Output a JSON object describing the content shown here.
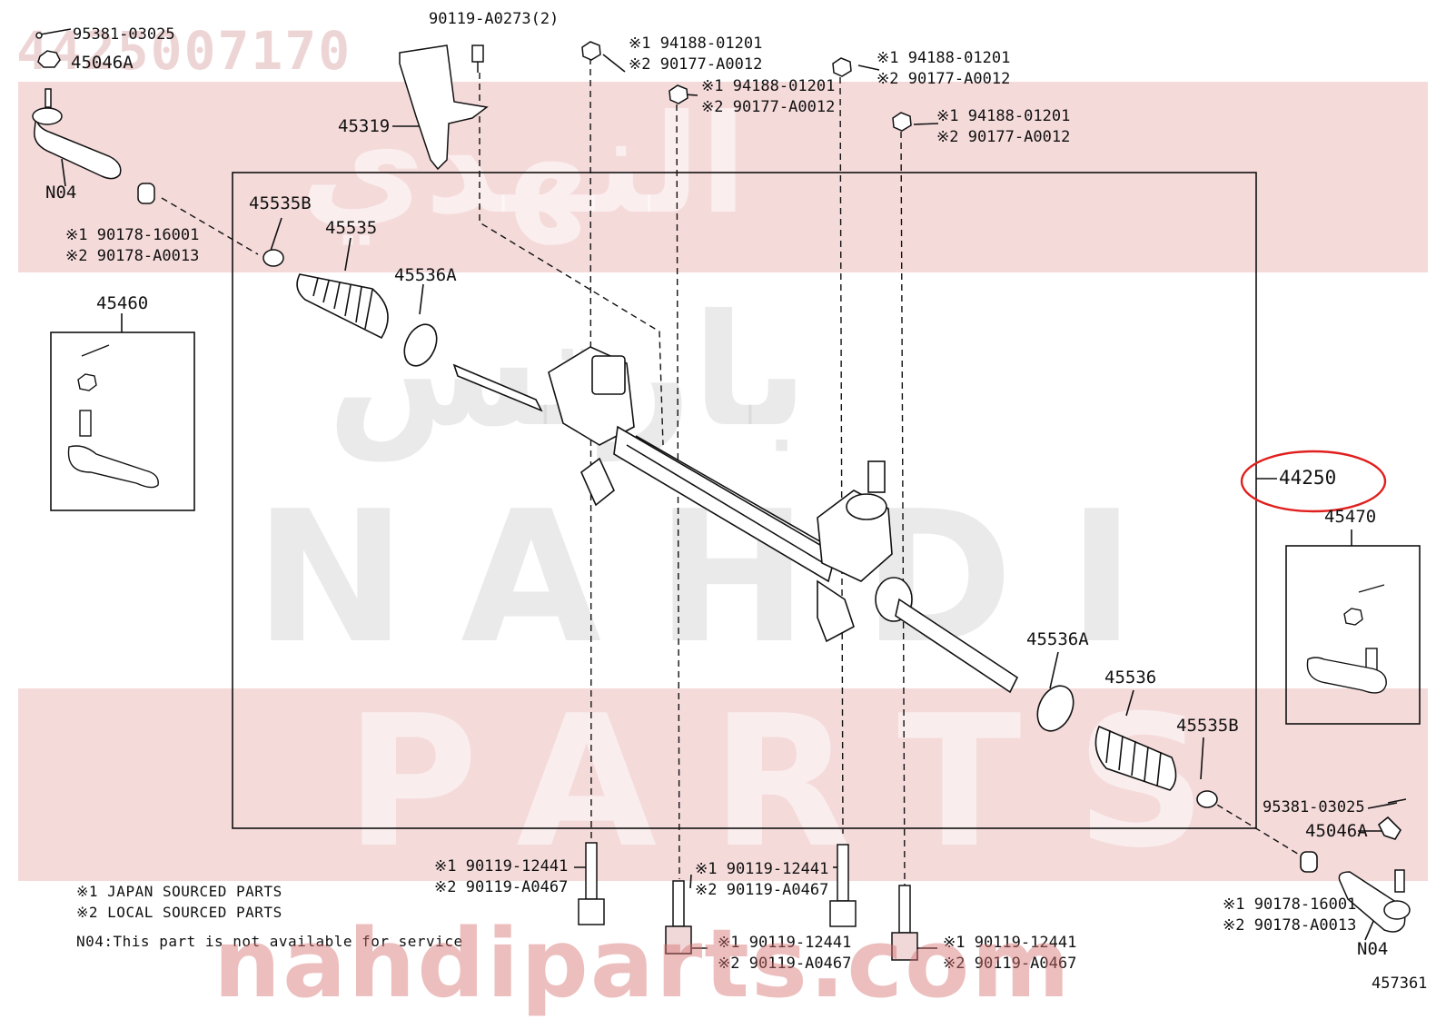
{
  "watermark": {
    "top_code": "4425007170",
    "arabic_top": "النهدي",
    "arabic_mid": "بارتس",
    "band_word_1": "NAHDI",
    "band_word_2": "PARTS",
    "site": "nahdiparts.com"
  },
  "diagram_id": "457361",
  "highlight_color": "#e0201e",
  "watermark_color": "#d98c8c",
  "labels": {
    "pin_tl": "95381-03025",
    "nut_tl": "45046A",
    "bolt_top": "90119-A0273(2)",
    "bracket": "45319",
    "tie_end_tl_note": "N04",
    "grommet_tl_1": "※1 90178-16001",
    "grommet_tl_2": "※2 90178-A0013",
    "clamp_l": "45535B",
    "boot_l": "45535",
    "ring_l": "45536A",
    "kit_l": "45460",
    "bolt1_a": "※1 94188-01201",
    "bolt1_b": "※2 90177-A0012",
    "bolt2_a": "※1 94188-01201",
    "bolt2_b": "※2 90177-A0012",
    "bolt3_a": "※1 94188-01201",
    "bolt3_b": "※2 90177-A0012",
    "bolt4_a": "※1 94188-01201",
    "bolt4_b": "※2 90177-A0012",
    "main_assy": "44250",
    "kit_r": "45470",
    "ring_r": "45536A",
    "boot_r": "45536",
    "clamp_r": "45535B",
    "pin_br": "95381-03025",
    "nut_br": "45046A",
    "grommet_br_1": "※1 90178-16001",
    "grommet_br_2": "※2 90178-A0013",
    "tie_end_br_note": "N04",
    "lbolt1_a": "※1 90119-12441",
    "lbolt1_b": "※2 90119-A0467",
    "lbolt2_a": "※1 90119-12441",
    "lbolt2_b": "※2 90119-A0467",
    "lbolt3_a": "※1 90119-12441",
    "lbolt3_b": "※2 90119-A0467",
    "lbolt4_a": "※1 90119-12441",
    "lbolt4_b": "※2 90119-A0467"
  },
  "notes": {
    "n1": "※1 JAPAN SOURCED PARTS",
    "n2": "※2 LOCAL SOURCED PARTS",
    "n3": "N04:This part is not available for service"
  }
}
